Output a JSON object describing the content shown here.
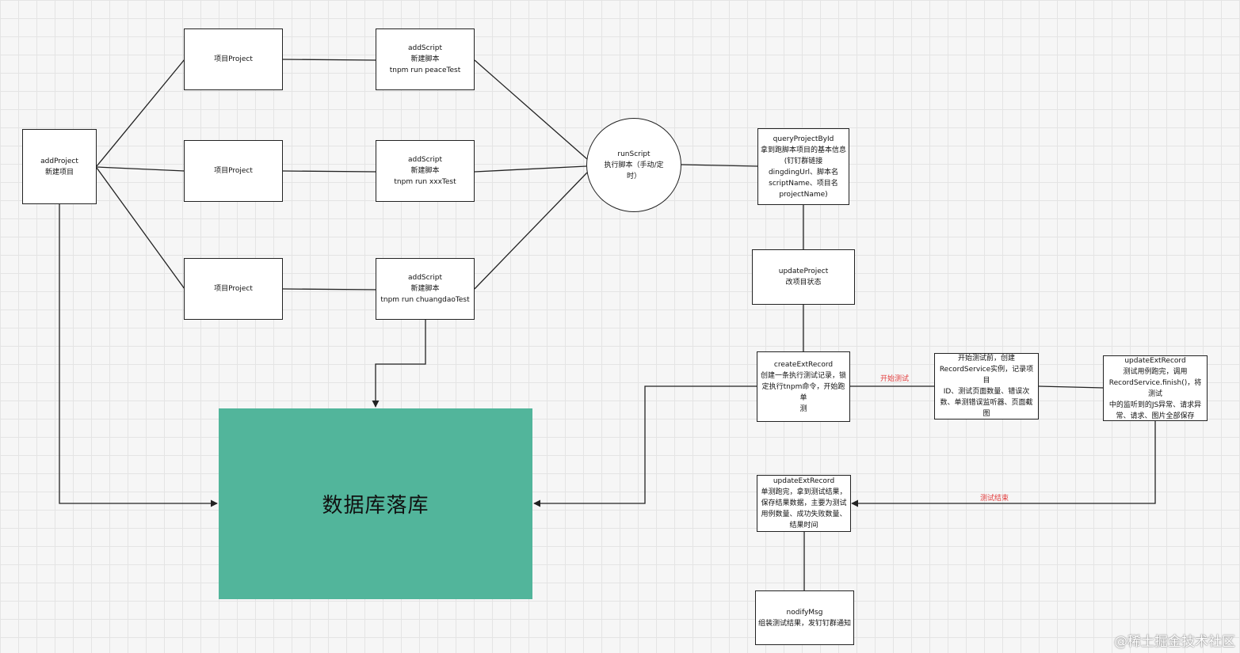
{
  "nodes": {
    "add_project": "addProject\n新建项目",
    "project_1": "项目Project",
    "project_2": "项目Project",
    "project_3": "项目Project",
    "script_1": "addScript\n新建脚本\ntnpm run peaceTest",
    "script_2": "addScript\n新建脚本\ntnpm run xxxTest",
    "script_3": "addScript\n新建脚本\ntnpm run chuangdaoTest",
    "run_script": "runScript\n执行脚本（手动/定\n时）",
    "query_project": "queryProjectById\n拿到跑脚本项目的基本信息\n(钉钉群链接\ndingdingUrl、脚本名\nscriptName、项目名\nprojectName)",
    "update_project": "updateProject\n改项目状态",
    "create_record": "createExtRecord\n创建一条执行测试记录，锁\n定执行tnpm命令，开始跑单\n测",
    "before_test": "开始测试前，创建\nRecordService实例，记录项目\nID、测试页面数量、错误次\n数、单测错误监听器、页面截\n图",
    "update_record_1": "updateExtRecord\n测试用例跑完，调用\nRecordService.finish()，将测试\n中的监听到的JS异常、请求异\n常、请求、图片全部保存",
    "update_record_2": "updateExtRecord\n单测跑完，拿到测试结果，\n保存结果数据，主要为测试\n用例数量、成功失败数量、\n结果时间",
    "notify_msg": "nodifyMsg\n组装测试结果，发钉钉群通知",
    "database": "数据库落库"
  },
  "edge_labels": {
    "start_test": "开始测试",
    "test_end": "测试结束"
  },
  "watermark": "@稀土掘金技术社区",
  "colors": {
    "database_fill": "#52b59b",
    "edge_label": "#e23c3c",
    "stroke": "#222222"
  }
}
